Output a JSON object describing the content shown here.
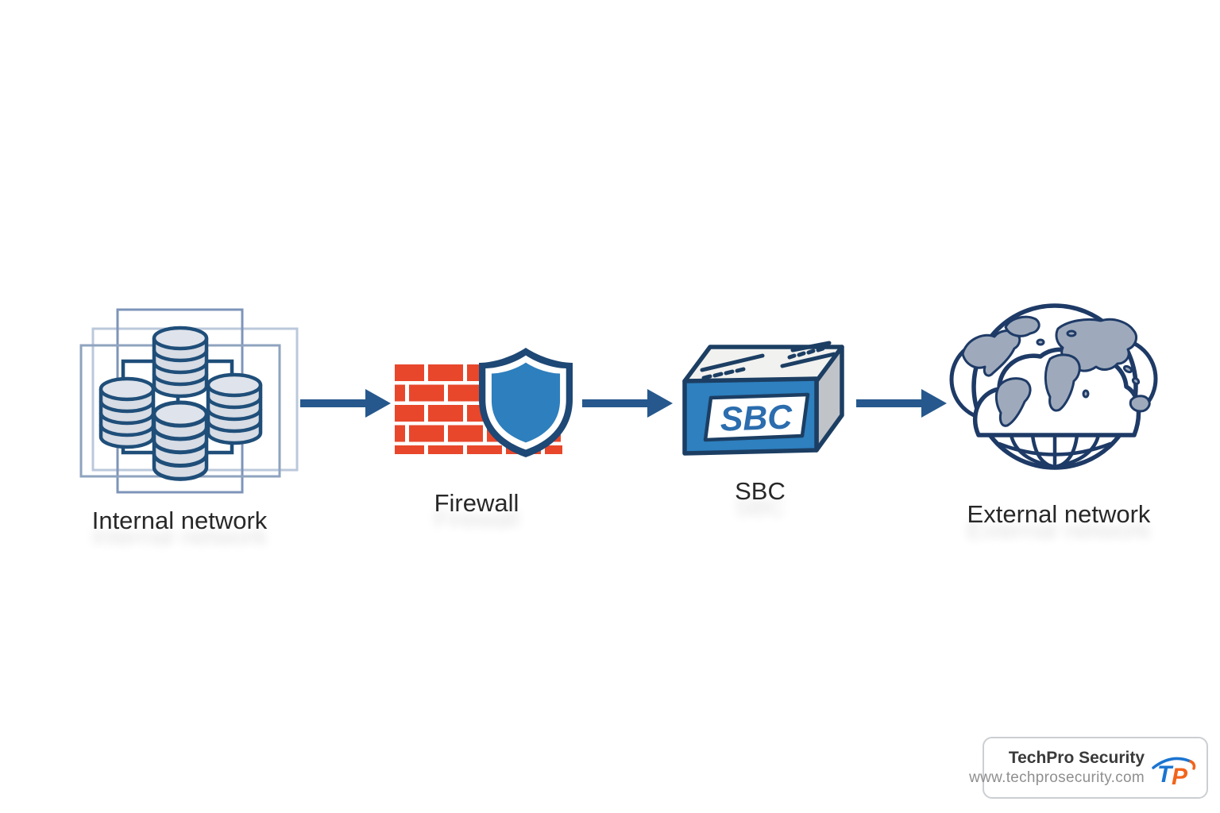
{
  "diagram": {
    "flow_description": "Internal network to Firewall to SBC to External network",
    "arrow_color": "#26588D",
    "nodes": [
      {
        "id": "internal-network",
        "label": "Internal network",
        "icon": "database-cluster-icon"
      },
      {
        "id": "firewall",
        "label": "Firewall",
        "icon": "brick-wall-shield-icon"
      },
      {
        "id": "sbc",
        "label": "SBC",
        "device_text": "SBC",
        "icon": "sbc-box-icon"
      },
      {
        "id": "external-network",
        "label": "External network",
        "icon": "globe-cloud-icon"
      }
    ],
    "colors": {
      "outline_navy": "#1C3E63",
      "connector_navy": "#1F4E79",
      "brick_red": "#E8472B",
      "shield_border_navy": "#1E4875",
      "shield_blue": "#2E7FBD",
      "cylinder_fill": "#D7DCE5",
      "continent_gray": "#9EAABC",
      "sbc_front_blue": "#2E80BF",
      "sbc_top_white": "#F1F1EF",
      "sbc_side_gray": "#C0C3C8"
    }
  },
  "branding": {
    "company": "TechPro Security",
    "website": "www.techprosecurity.com",
    "logo_monogram_t": "T",
    "logo_monogram_p": "P",
    "logo_t_color": "#1B74D1",
    "logo_p_color": "#F2641C"
  }
}
